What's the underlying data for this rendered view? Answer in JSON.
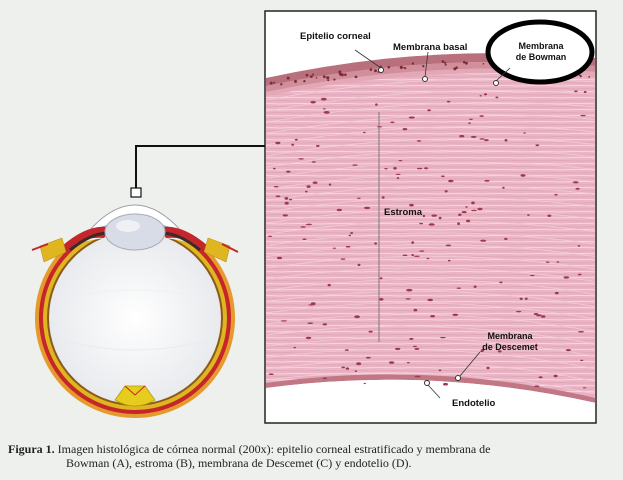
{
  "labels": {
    "epitelio": "Epitelio corneal",
    "basal": "Membrana basal",
    "bowman_line1": "Membrana",
    "bowman_line2": "de Bowman",
    "estroma": "Estroma",
    "descemet_line1": "Membrana",
    "descemet_line2": "de Descemet",
    "endotelio": "Endotelio"
  },
  "caption": {
    "figure": "Figura 1.",
    "line1": "Imagen histológica de córnea normal (200x): epitelio corneal estratificado y membrana de",
    "line2": "Bowman (A), estroma (B), membrana de Descemet (C) y endotelio (D)."
  },
  "colors": {
    "stroma": "#e9b4c4",
    "epithelium": "#b8707c",
    "bowman": "#c98a90",
    "nuclei": "#9c3a4e",
    "sclera_red": "#c4262a",
    "choroid_yellow": "#e0b620",
    "lens": "#d8dce6"
  }
}
